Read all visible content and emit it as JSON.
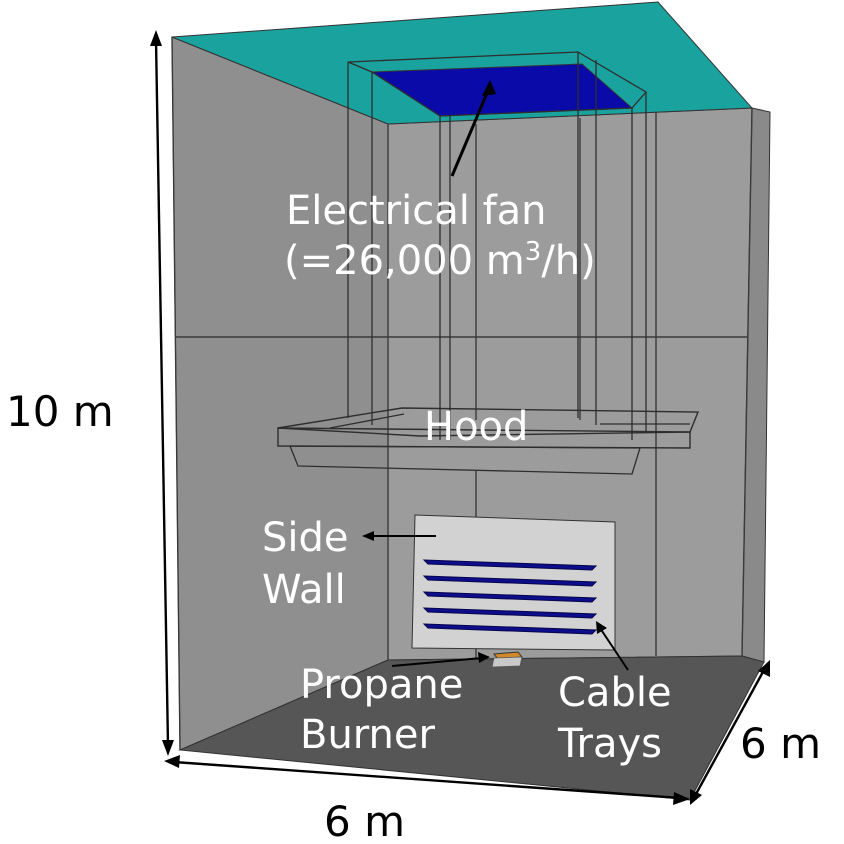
{
  "labels": {
    "fan_line1": "Electrical fan",
    "fan_line2_prefix": "(=26,000 m",
    "fan_line2_sup": "3",
    "fan_line2_suffix": "/h)",
    "hood": "Hood",
    "side_wall_line1": "Side",
    "side_wall_line2": "Wall",
    "burner_line1": "Propane",
    "burner_line2": "Burner",
    "trays_line1": "Cable",
    "trays_line2": "Trays"
  },
  "dimensions": {
    "height": "10 m",
    "width": "6 m",
    "depth": "6 m"
  },
  "colors": {
    "ceiling": "#1aa39e",
    "fan": "#0a0aa8",
    "wall_left": "#8f8f8f",
    "wall_back": "#9c9c9c",
    "wall_right": "#8a8a8a",
    "floor": "#565656",
    "side_wall_panel": "#d2d2d2",
    "cable_tray": "#0c0c8c",
    "burner": "#d08a2a"
  },
  "cable_tray_count": 5
}
